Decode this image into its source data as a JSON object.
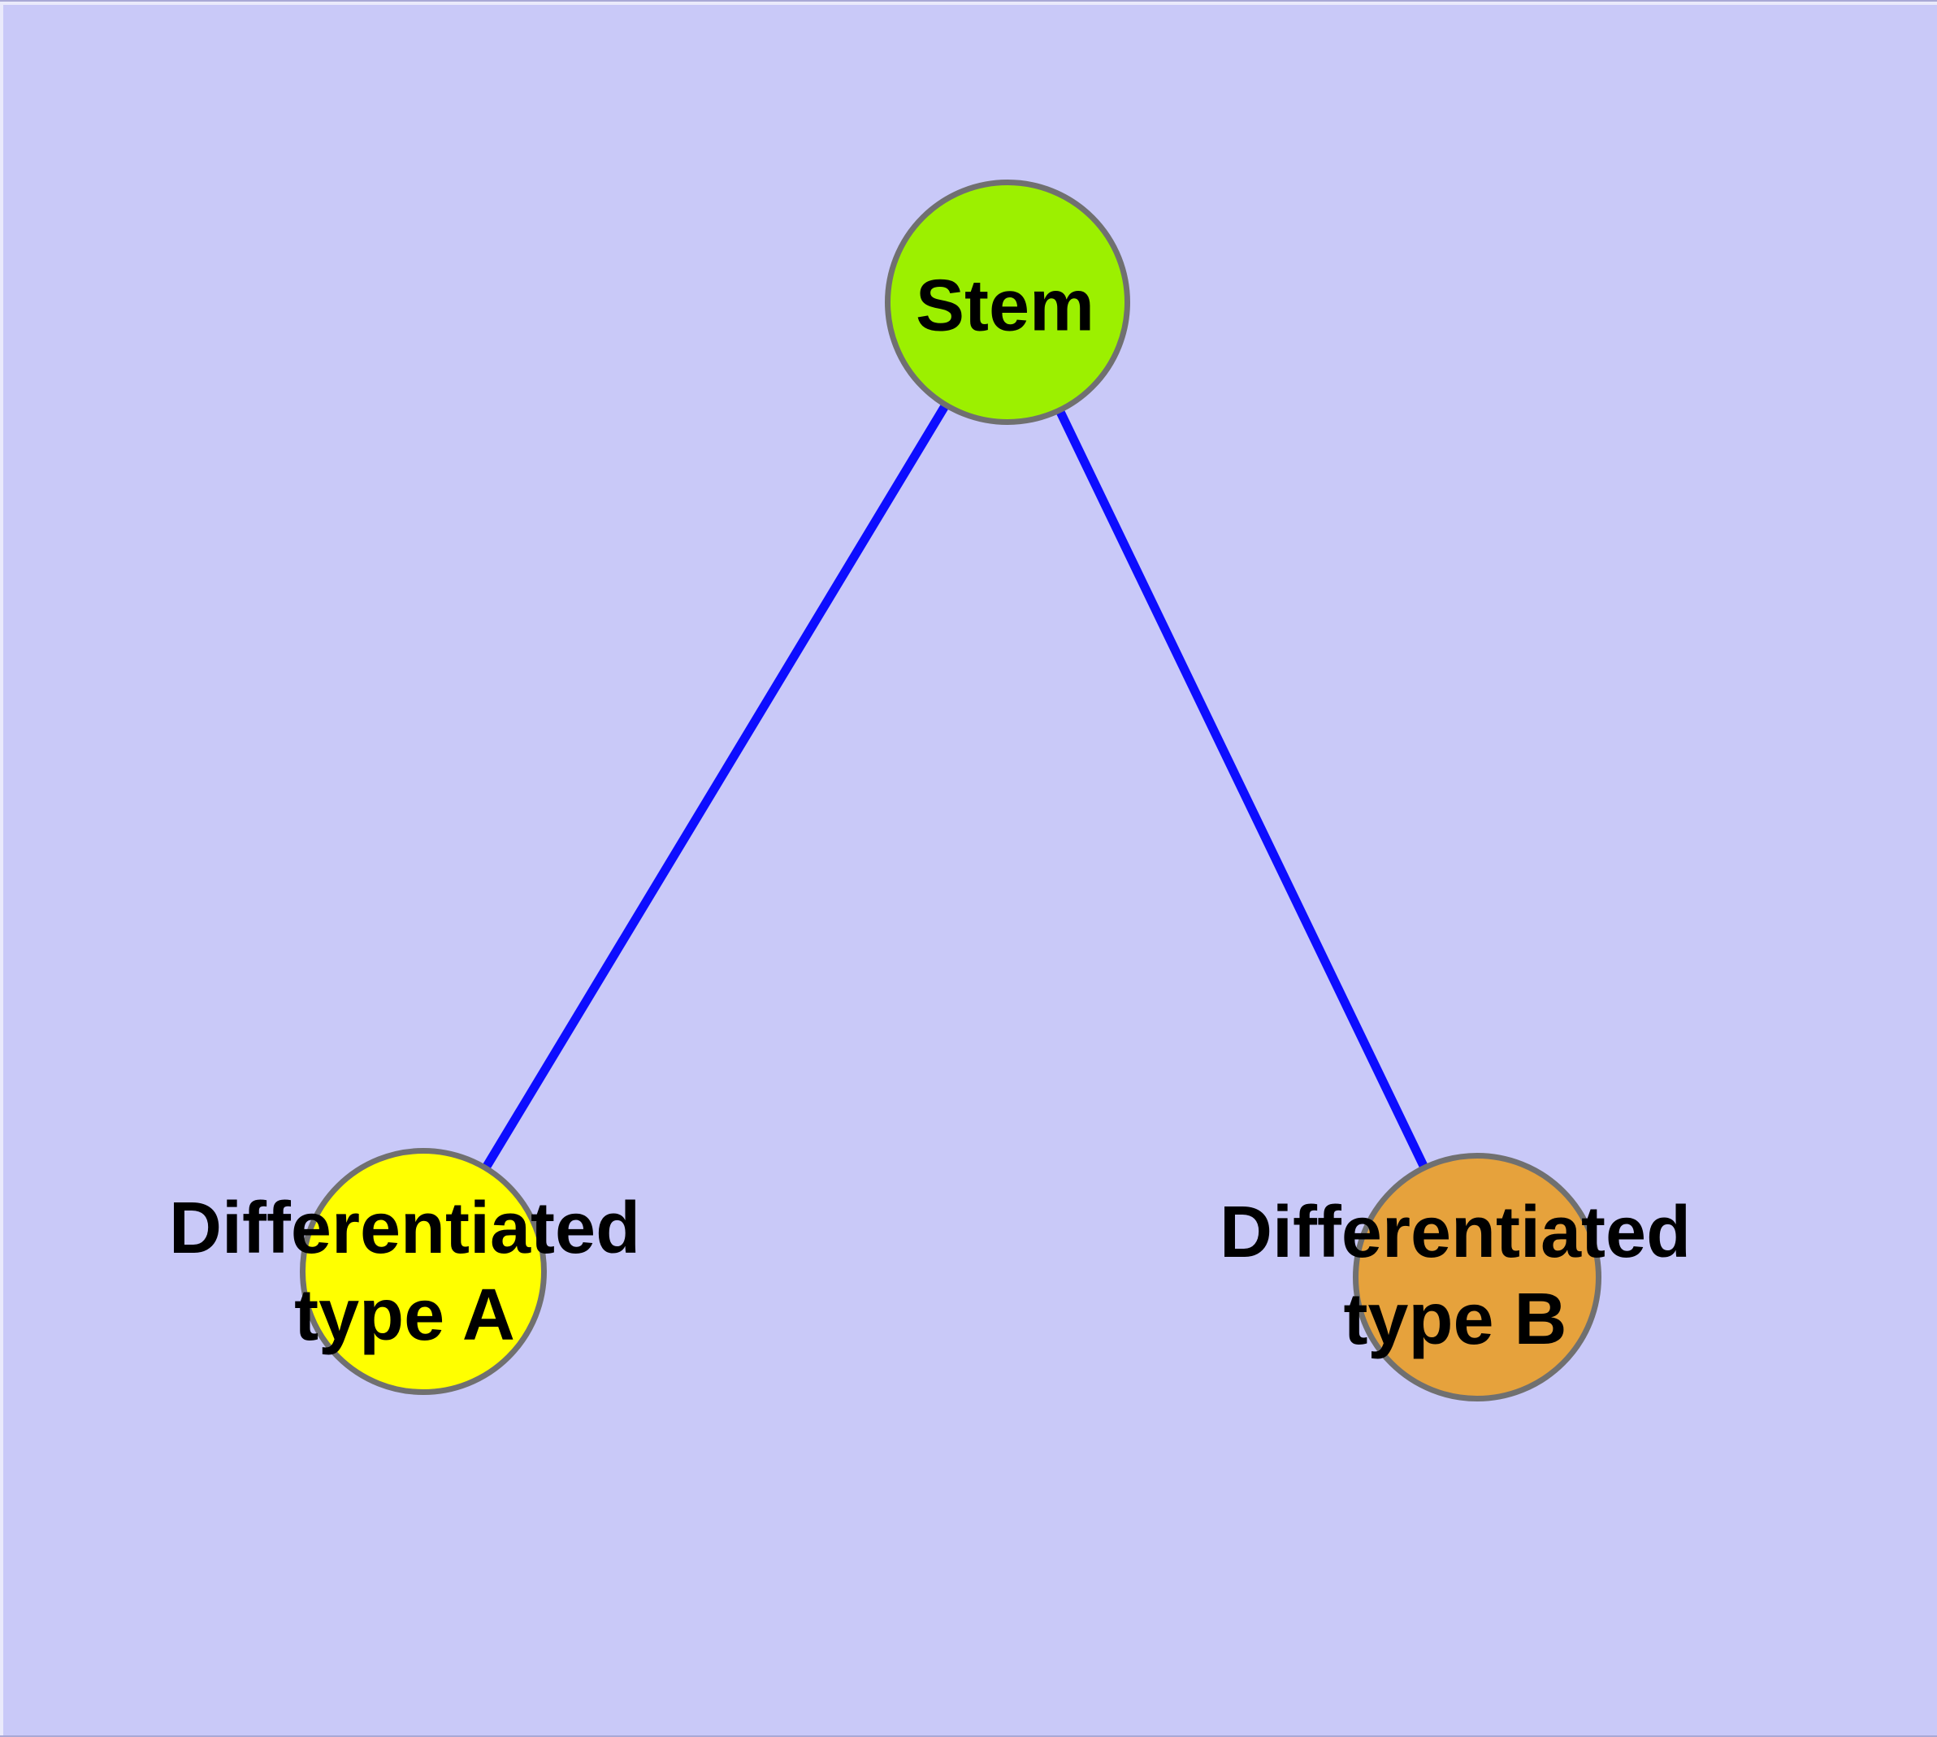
{
  "diagram": {
    "background_color": "#C9C9F8",
    "edge_color": "#0D0DFF",
    "node_border_color": "#707070",
    "label_color": "#000000",
    "nodes": [
      {
        "id": "stem",
        "label": "Stem",
        "lines": [
          "Stem"
        ],
        "fill_color": "#9CF000"
      },
      {
        "id": "differentiated-type-a",
        "label": "Differentiated type A",
        "lines": [
          "Differentiated",
          "type A"
        ],
        "fill_color": "#FFFF00"
      },
      {
        "id": "differentiated-type-b",
        "label": "Differentiated type B",
        "lines": [
          "Differentiated",
          "type B"
        ],
        "fill_color": "#E6A23C"
      }
    ],
    "edges": [
      {
        "from": "stem",
        "to": "differentiated-type-a"
      },
      {
        "from": "stem",
        "to": "differentiated-type-b"
      }
    ]
  }
}
